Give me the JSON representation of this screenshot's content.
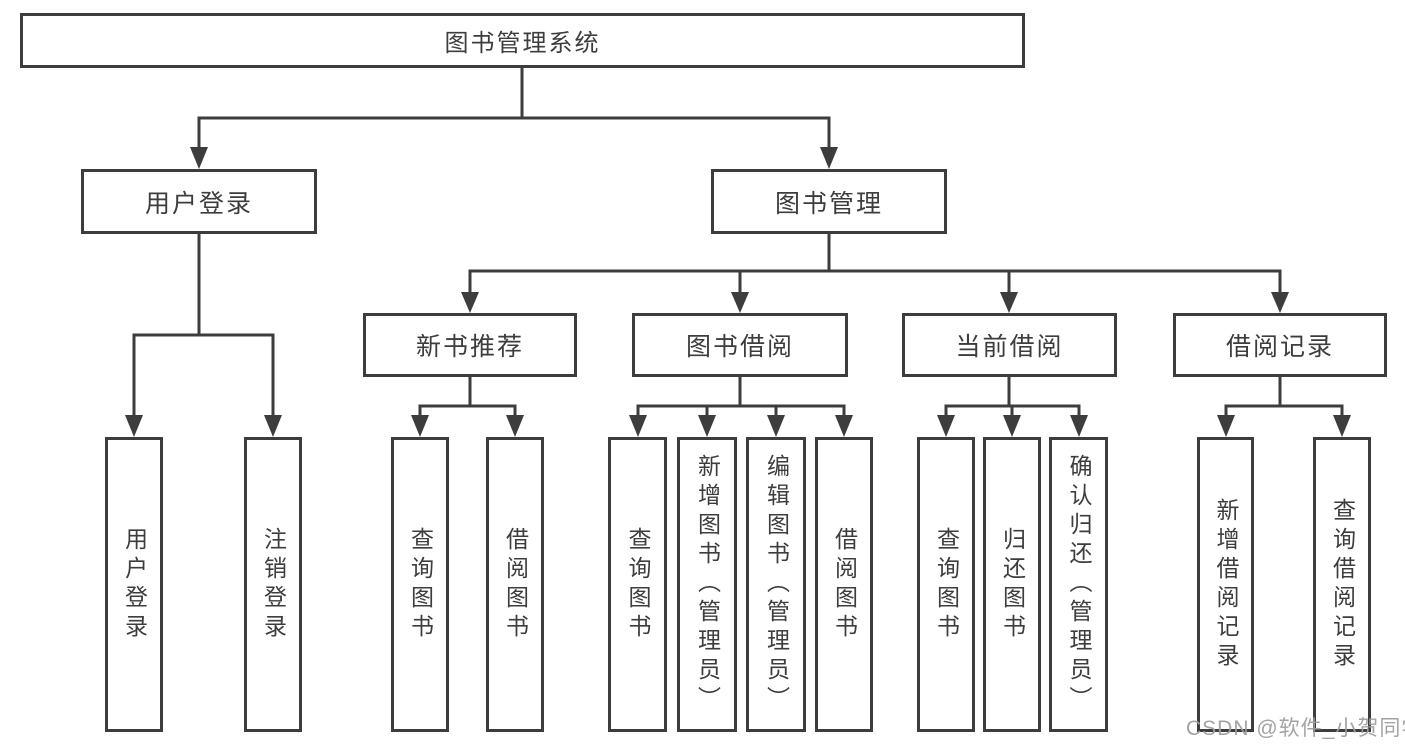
{
  "colors": {
    "line": "#3d3d3d",
    "text": "#3d3d3d",
    "box_background": "#ffffff",
    "page_background": "#ffffff",
    "watermark": "#9e9e9e"
  },
  "watermark": {
    "text": "CSDN @软件_小贺同学"
  },
  "tree": {
    "label": "图书管理系统",
    "children": [
      {
        "label": "用户登录",
        "children": [
          {
            "label": "用户登录"
          },
          {
            "label": "注销登录"
          }
        ]
      },
      {
        "label": "图书管理",
        "children": [
          {
            "label": "新书推荐",
            "children": [
              {
                "label": "查询图书"
              },
              {
                "label": "借阅图书"
              }
            ]
          },
          {
            "label": "图书借阅",
            "children": [
              {
                "label": "查询图书"
              },
              {
                "label": "新增图书（管理员）"
              },
              {
                "label": "编辑图书（管理员）"
              },
              {
                "label": "借阅图书"
              }
            ]
          },
          {
            "label": "当前借阅",
            "children": [
              {
                "label": "查询图书"
              },
              {
                "label": "归还图书"
              },
              {
                "label": "确认归还（管理员）"
              }
            ]
          },
          {
            "label": "借阅记录",
            "children": [
              {
                "label": "新增借阅记录"
              },
              {
                "label": "查询借阅记录"
              }
            ]
          }
        ]
      }
    ]
  }
}
